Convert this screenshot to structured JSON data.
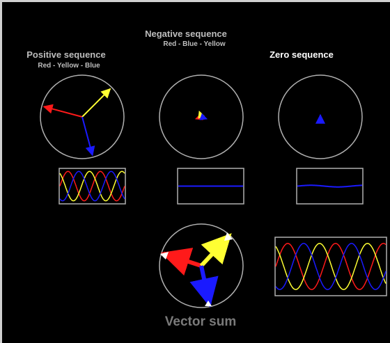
{
  "positive": {
    "title": "Positive sequence",
    "subtitle": "Red - Yellow - Blue"
  },
  "negative": {
    "title": "Negative sequence",
    "subtitle": "Red - Blue - Yellow"
  },
  "zero": {
    "title": "Zero sequence"
  },
  "vector_sum": {
    "title": "Vector sum"
  },
  "colors": {
    "red": "#ff1a1a",
    "yellow": "#ffff33",
    "blue": "#1a1aff",
    "circle": "#b0b0b0",
    "background": "#000000"
  },
  "phasors": {
    "positive": {
      "red": {
        "angle_deg": 165,
        "magnitude": 1.0
      },
      "yellow": {
        "angle_deg": 45,
        "magnitude": 1.0
      },
      "blue": {
        "angle_deg": -75,
        "magnitude": 1.0
      }
    },
    "negative": {
      "red": {
        "angle_deg": 200,
        "magnitude": 0.15
      },
      "yellow": {
        "angle_deg": 110,
        "magnitude": 0.15
      },
      "blue": {
        "angle_deg": -20,
        "magnitude": 0.15
      }
    },
    "zero": {
      "red": {
        "angle_deg": 90,
        "magnitude": 0.05
      },
      "yellow": {
        "angle_deg": 90,
        "magnitude": 0.05
      },
      "blue": {
        "angle_deg": 90,
        "magnitude": 0.05
      }
    },
    "sum": {
      "red": {
        "angle_deg": 162,
        "magnitude": 1.0
      },
      "yellow": {
        "angle_deg": 47,
        "magnitude": 1.05
      },
      "blue": {
        "angle_deg": -78,
        "magnitude": 1.0
      }
    }
  }
}
